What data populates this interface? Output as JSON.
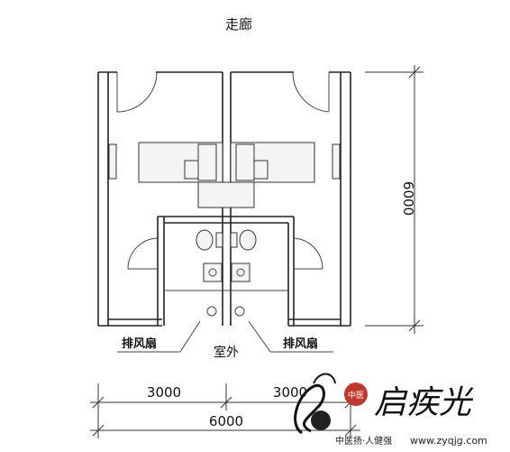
{
  "labels": {
    "corridor": "走廊",
    "exhaust_fan_left": "排风扇",
    "exhaust_fan_right": "排风扇",
    "outdoor": "室外"
  },
  "dimensions": {
    "height_total": "6000",
    "width_left": "3000",
    "width_right": "3000",
    "width_total": "6000"
  },
  "watermark": {
    "badge": "中医",
    "brand": "启疾光",
    "tagline": "中医扬·人健强",
    "url": "www.zyqjg.com"
  },
  "colors": {
    "line": "#222222",
    "watermark_red": "#c0392b"
  }
}
